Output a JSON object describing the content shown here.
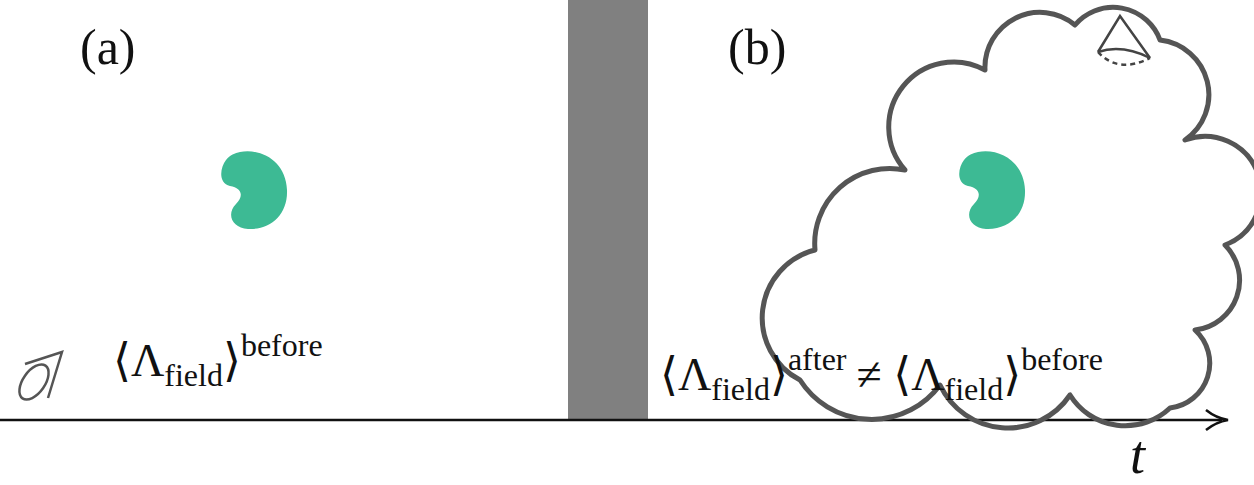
{
  "diagram": {
    "labels": [
      "(a)",
      "(b)",
      "⟨Λ",
      "field",
      "⟩",
      "before",
      "⟨Λ",
      "field",
      "⟩",
      "after",
      "≠ ⟨Λ",
      "field",
      "⟩",
      "before",
      "t"
    ]
  }
}
